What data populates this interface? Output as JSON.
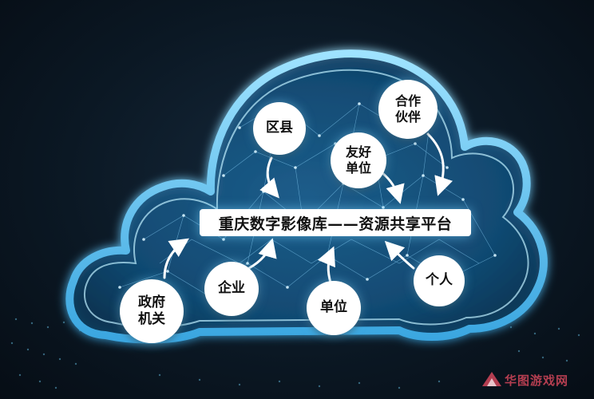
{
  "title": "重庆数字影像库——资源共享平台",
  "nodes": {
    "district": "区县",
    "partner": "合作\n伙伴",
    "friendly_unit": "友好\n单位",
    "government": "政府\n机关",
    "enterprise": "企业",
    "unit": "单位",
    "individual": "个人"
  },
  "watermark": "华图游戏网",
  "colors": {
    "background": "#0b1824",
    "cloud_glow": "#5fc8ff",
    "node_fill": "#ffffff",
    "text": "#111111"
  }
}
